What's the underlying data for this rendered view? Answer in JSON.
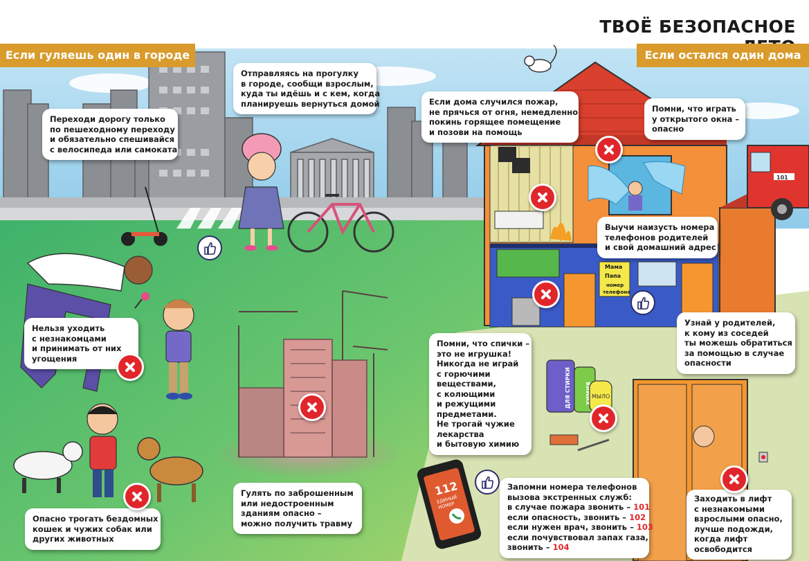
{
  "title": "ТВОЁ БЕЗОПАСНОЕ ЛЕТО",
  "banners": {
    "city": "Если гуляешь один в городе",
    "home": "Если остался один дома"
  },
  "city_tips": {
    "walk_tell": [
      "Отправляясь на прогулку",
      "в городе, сообщи взрослым,",
      "куда ты идёшь и с кем, когда",
      "планируешь вернуться домой"
    ],
    "crossing": [
      "Переходи дорогу только",
      "по пешеходному переходу",
      "и обязательно спешивайся",
      "с велосипеда или самоката"
    ],
    "strangers": [
      "Нельзя уходить",
      "с незнакомцами",
      "и принимать от них",
      "угощения"
    ],
    "animals": [
      "Опасно трогать бездомных",
      "кошек  и чужих собак или",
      "других животных"
    ],
    "construction": [
      "Гулять по заброшенным",
      "или недостроенным",
      "зданиям  опасно –",
      "можно получить травму"
    ]
  },
  "home_tips": {
    "fire": [
      "Если дома случился пожар,",
      "не прячься от огня, немедленно",
      "покинь горящее помещение",
      "и позови на помощь"
    ],
    "window": [
      "Помни, что играть",
      "у открытого окна –",
      "опасно"
    ],
    "learn_numbers": [
      "Выучи наизусть номера",
      "телефонов родителей",
      "и свой домашний адрес"
    ],
    "neighbors": [
      "Узнай у родителей,",
      "к кому из соседей",
      "ты можешь обратиться",
      "за помощью в случае",
      "опасности"
    ],
    "matches": [
      "Помни, что спички –",
      "это не игрушка!",
      "Никогда не играй",
      "с горючими",
      "веществами,",
      "с колющими",
      "и режущими",
      "предметами.",
      "Не трогай чужие",
      "лекарства",
      "и бытовую химию"
    ],
    "elevator": [
      "Заходить в лифт",
      "с незнакомыми",
      "взрослыми опасно,",
      "лучше подожди,",
      "когда лифт",
      "освободится"
    ]
  },
  "emergency": {
    "intro": [
      "Запомни номера  телефонов",
      "вызова экстренных служб:"
    ],
    "items": [
      {
        "text": "в случае пожара звонить  – ",
        "number": "101"
      },
      {
        "text": "если опасность, звонить   – ",
        "number": "102"
      },
      {
        "text": "если нужен врач, звонить – ",
        "number": "103"
      },
      {
        "text": "если почувствовал запах газа,",
        "number": ""
      },
      {
        "text": "звонить – ",
        "number": "104"
      }
    ]
  },
  "phone": {
    "number": "112",
    "label_1": "ЕДИНЫЙ",
    "label_2": "НОМЕР"
  },
  "sticky_note": {
    "line_1": "Мама",
    "line_2": "Папа",
    "line_3": "номер",
    "line_4": "телефона"
  },
  "products": {
    "detergent": "ДЛЯ СТИРКИ",
    "chemicals": "ХИМИЯ",
    "soap": "МЫЛО"
  },
  "fire_truck_number": "101",
  "colors": {
    "banner": "#d99b2b",
    "danger": "#e1262b",
    "sky": "#9fd3ee",
    "grass": "#53c074",
    "house_wall": "#f4903a",
    "roof": "#d9402e",
    "lower_room": "#3a5bc7"
  }
}
